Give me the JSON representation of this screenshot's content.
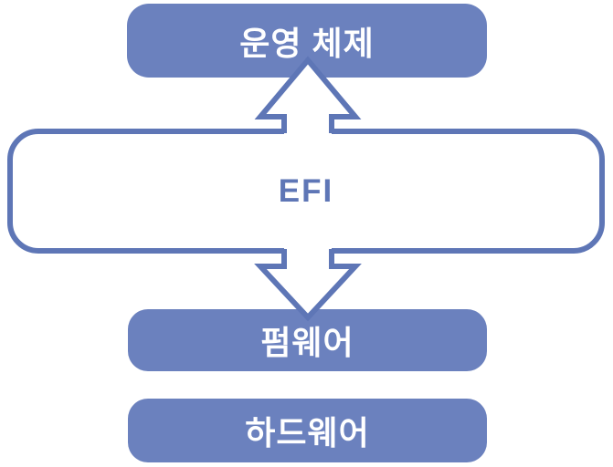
{
  "diagram": {
    "boxes": {
      "os": {
        "label": "운영 체제"
      },
      "efi": {
        "label": "EFI"
      },
      "firmware": {
        "label": "펌웨어"
      },
      "hardware": {
        "label": "하드웨어"
      }
    },
    "arrows": {
      "up": {
        "name": "arrow-up",
        "direction": "up"
      },
      "down": {
        "name": "arrow-down",
        "direction": "down"
      }
    },
    "colors": {
      "box_fill": "#6B81BE",
      "outline": "#5E76B6",
      "box_text": "#FFFFFF",
      "efi_text": "#5E76B6",
      "arrow_fill": "#FFFFFF",
      "background": "#FFFFFF"
    }
  }
}
